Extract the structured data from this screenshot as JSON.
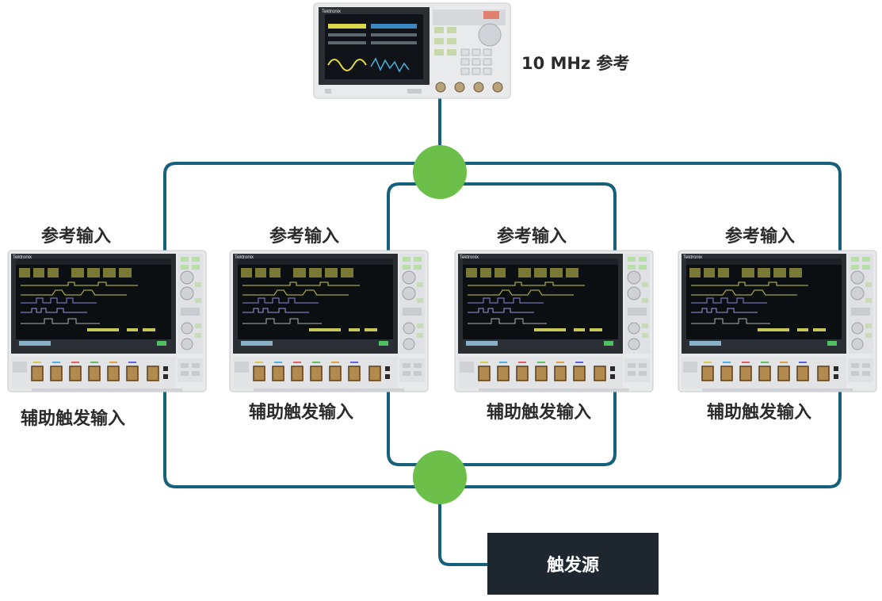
{
  "top_instrument": {
    "label": "10 MHz 参考",
    "brand": "Tektronix"
  },
  "scopes": [
    {
      "brand": "Tektronix",
      "ref_label": "参考输入",
      "aux_label": "辅助触发输入"
    },
    {
      "brand": "Tektronix",
      "ref_label": "参考输入",
      "aux_label": "辅助触发输入"
    },
    {
      "brand": "Tektronix",
      "ref_label": "参考输入",
      "aux_label": "辅助触发输入"
    },
    {
      "brand": "Tektronix",
      "ref_label": "参考输入",
      "aux_label": "辅助触发输入"
    }
  ],
  "trigger_source": {
    "label": "触发源"
  },
  "colors": {
    "cable": "#16607a",
    "node": "#6cc04a",
    "box": "#1e2730"
  }
}
